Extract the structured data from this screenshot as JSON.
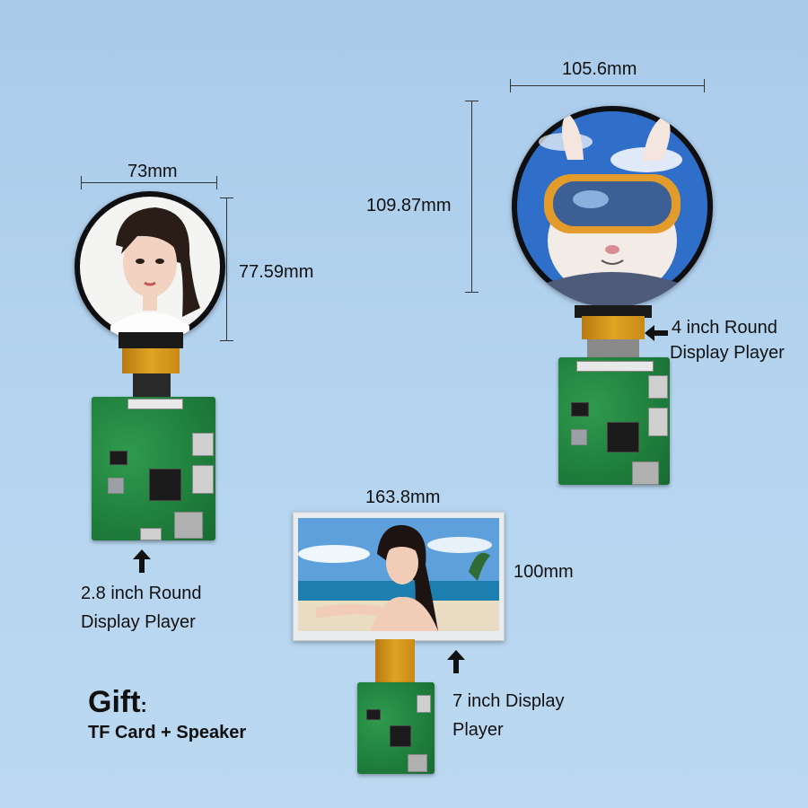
{
  "dimensions": {
    "small_round_width": "73mm",
    "small_round_height": "77.59mm",
    "large_round_width": "105.6mm",
    "large_round_height": "109.87mm",
    "rect_width": "163.8mm",
    "rect_height": "100mm"
  },
  "labels": {
    "small_round_line1": "2.8 inch Round",
    "small_round_line2": "Display Player",
    "large_round_line1": "4 inch Round",
    "large_round_line2": "Display Player",
    "rect_line1": "7 inch Display",
    "rect_line2": "Player"
  },
  "gift": {
    "title": "Gift",
    "colon": ":",
    "items": "TF Card + Speaker"
  },
  "icons": {
    "arrow": "up-arrow-icon",
    "arrow_right": "left-arrow-icon"
  },
  "colors": {
    "background": "#b3d3ef",
    "pcb": "#1f7e3c",
    "fpc": "#e0a323"
  }
}
